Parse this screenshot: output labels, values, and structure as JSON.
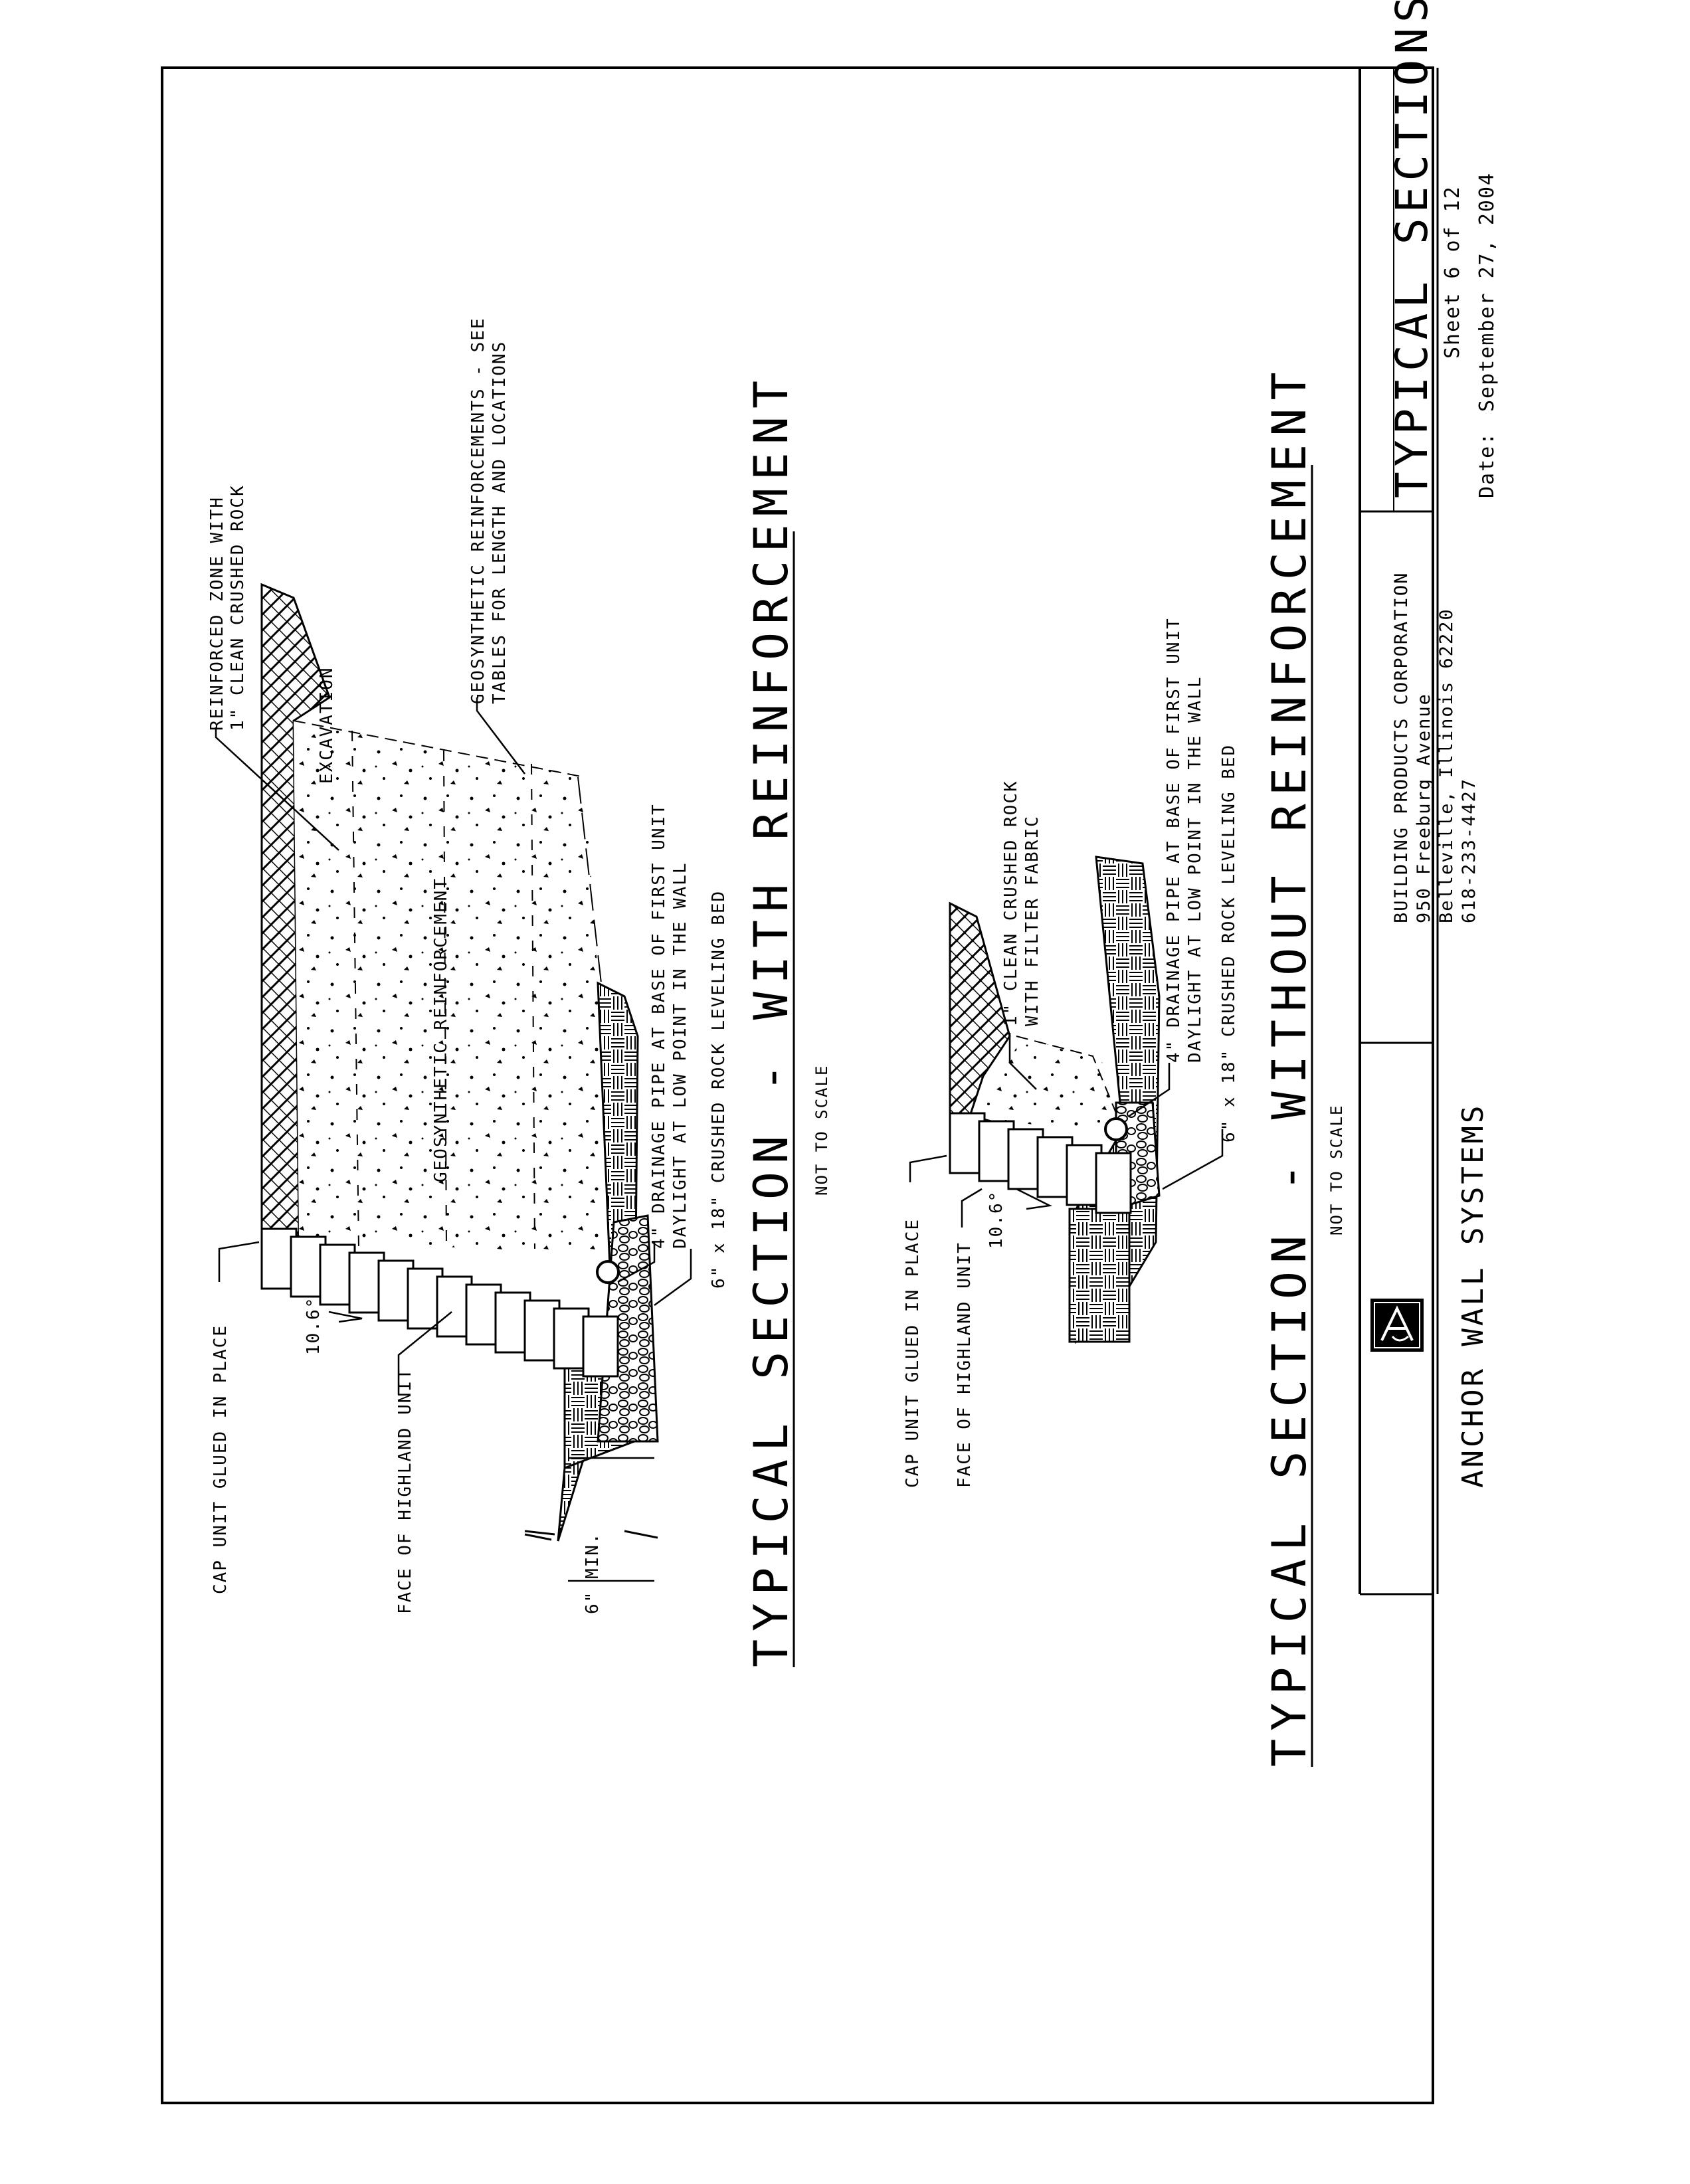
{
  "sheet_title": "TYPICAL SECTIONS",
  "sheet_number": "Sheet 6 of 12",
  "date_label": "Date:",
  "date_value": "September 27, 2004",
  "company": {
    "name": "BUILDING PRODUCTS CORPORATION",
    "street": "950 Freeburg Avenue",
    "city": "Belleville, Illinois 62220",
    "phone": "618-233-4427"
  },
  "brand": "ANCHOR WALL SYSTEMS",
  "section_a": {
    "title": "TYPICAL SECTION - WITH REINFORCEMENT",
    "scale_note": "NOT TO SCALE",
    "labels": {
      "cap_unit": "CAP UNIT GLUED IN PLACE",
      "face": "FACE OF HIGHLAND UNIT",
      "angle": "10.6°",
      "zone_1": "REINFORCED ZONE WITH",
      "zone_2": "1\" CLEAN CRUSHED ROCK",
      "excavation": "EXCAVATION",
      "geo_1": "GEOSYNTHETIC REINFORCEMENTS - SEE",
      "geo_2": "TABLES FOR LENGTH AND LOCATIONS",
      "geo_center": "GEOSYNTHETIC REINFORCEMENT",
      "drain_1": "4\" DRAINAGE PIPE AT BASE OF FIRST UNIT",
      "drain_2": "DAYLIGHT AT LOW POINT IN THE WALL",
      "bed": "6\" x 18\" CRUSHED ROCK LEVELING BED",
      "min": "6\" MIN."
    }
  },
  "section_b": {
    "title": "TYPICAL SECTION - WITHOUT REINFORCEMENT",
    "scale_note": "NOT TO SCALE",
    "labels": {
      "cap_unit": "CAP UNIT GLUED IN PLACE",
      "face": "FACE OF HIGHLAND UNIT",
      "angle": "10.6°",
      "rock_1": "1\" CLEAN CRUSHED ROCK",
      "rock_2": "WITH FILTER FABRIC",
      "drain_1": "4\" DRAINAGE PIPE AT BASE OF FIRST UNIT",
      "drain_2": "DAYLIGHT AT LOW POINT IN THE WALL",
      "bed": "6\" x 18\" CRUSHED ROCK LEVELING BED"
    }
  }
}
